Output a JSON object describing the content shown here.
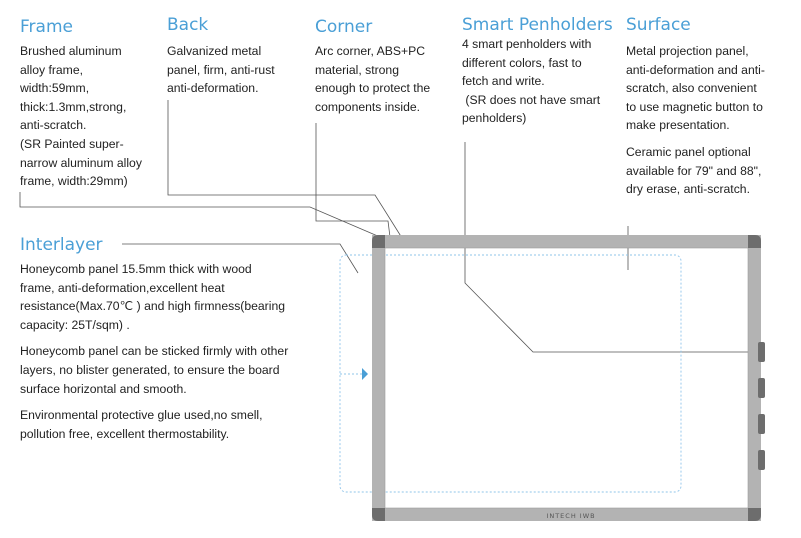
{
  "frame": {
    "title": "Frame",
    "lines": [
      "Brushed aluminum",
      "alloy frame,",
      "width:59mm,",
      "thick:1.3mm,strong,",
      "anti-scratch.",
      "(SR Painted super-",
      "narrow aluminum alloy",
      "frame, width:29mm)"
    ]
  },
  "back": {
    "title": "Back",
    "lines": [
      "Galvanized metal",
      "panel, firm, anti-rust",
      "anti-deformation."
    ]
  },
  "corner": {
    "title": "Corner",
    "lines": [
      "Arc corner, ABS+PC",
      "material, strong",
      "enough to protect the",
      "components inside."
    ]
  },
  "penholders": {
    "title": "Smart Penholders",
    "lines": [
      "4 smart penholders with",
      "different colors, fast to",
      "fetch and write.",
      " (SR does not have smart",
      "penholders)"
    ]
  },
  "surface": {
    "title": "Surface",
    "para1": [
      "Metal projection panel,",
      "anti-deformation and anti-",
      "scratch, also convenient",
      "to use magnetic button to",
      "make presentation."
    ],
    "para2": [
      "Ceramic panel optional",
      "available for 79\" and 88\",",
      "dry erase, anti-scratch."
    ]
  },
  "interlayer": {
    "title": "Interlayer",
    "para1": [
      "Honeycomb panel 15.5mm thick with wood",
      "frame, anti-deformation,excellent heat",
      "resistance(Max.70℃ ) and high firmness(bearing",
      "capacity: 25T/sqm) ."
    ],
    "para2": [
      "Honeycomb panel can be sticked firmly with other",
      "layers, no blister generated, to ensure the board",
      "surface horizontal and smooth."
    ],
    "para3": [
      "Environmental protective glue used,no smell,",
      "pollution free, excellent thermostability."
    ]
  },
  "board": {
    "brand": "INTECH IWB"
  },
  "colors": {
    "heading": "#4a9fd6",
    "frame": "#b3b3b3",
    "corner": "#6d6d6d",
    "leader": "#555555",
    "dotted": "#8fc4ea"
  }
}
